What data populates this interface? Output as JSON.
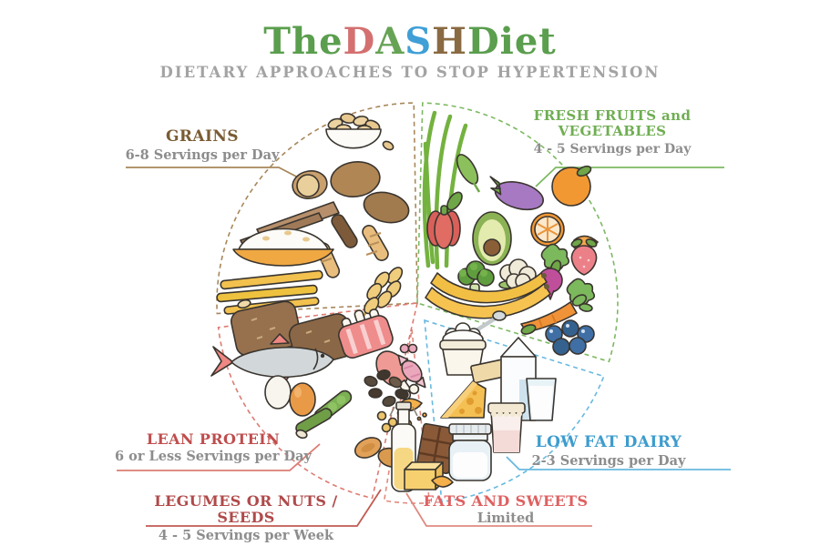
{
  "title": {
    "the": "The",
    "d": "D",
    "a": "A",
    "s": "S",
    "h": "H",
    "diet": "Diet",
    "subtitle": "DIETARY APPROACHES TO STOP HYPERTENSION"
  },
  "segments": {
    "grains": {
      "label": "GRAINS",
      "servings": "6-8 Servings per Day",
      "foods": [
        "snack bowl",
        "potatoes",
        "cutting board",
        "flour bowl",
        "fusilli pasta",
        "spaghetti sticks",
        "wheat",
        "bread slices",
        "oats"
      ]
    },
    "fruits_vegetables": {
      "label_line1": "FRESH FRUITS and",
      "label_line2": "VEGETABLES",
      "servings": "4 - 5 Servings per Day",
      "foods": [
        "spring onion",
        "arugula",
        "eggplant",
        "orange",
        "orange half",
        "bell pepper",
        "avocado",
        "broccoli",
        "cauliflower",
        "strawberry",
        "kale",
        "beetroot",
        "bananas",
        "carrot",
        "blueberries"
      ]
    },
    "lean_protein": {
      "label": "LEAN PROTEIN",
      "servings": "6 or Less Servings per Day",
      "foods": [
        "salmon fish",
        "rack of ribs",
        "chicken drumstick",
        "eggs",
        "green bean pods",
        "beans",
        "seeds",
        "lentils",
        "almonds"
      ]
    },
    "legumes_nuts_seeds": {
      "label": "LEGUMES OR NUTS / SEEDS",
      "servings": "4 - 5 Servings per Week",
      "foods": [
        "green bean pods",
        "beans",
        "seeds",
        "lentils",
        "almonds"
      ]
    },
    "fats_sweets": {
      "label": "FATS AND SWEETS",
      "servings": "Limited",
      "foods": [
        "wrapped candy",
        "peach slice",
        "oil bottle",
        "chocolate bar",
        "butter block"
      ]
    },
    "low_fat_dairy": {
      "label": "LOW FAT DAIRY",
      "servings": "2-3 Servings per Day",
      "foods": [
        "yogurt cup with spoon",
        "butter block",
        "milk carton",
        "glass of milk",
        "cheese wedge",
        "milk cup",
        "milk jar"
      ]
    }
  },
  "colors": {
    "title_green": "#5a9e4e",
    "title_d": "#d47070",
    "title_a": "#67a355",
    "title_s": "#3f9fd6",
    "title_h": "#8a6a42",
    "subtitle_gray": "#a3a3a3",
    "grains_text": "#7a5c34",
    "fruits_text": "#6fae52",
    "protein_text": "#bf4d4d",
    "legumes_text": "#b04a4a",
    "fats_text": "#df6161",
    "dairy_text": "#3d9cce",
    "servings_gray": "#8d8d8d",
    "grains_dash": "#a8875a",
    "fruits_dash": "#7db962",
    "protein_dash": "#dc7c72",
    "sweets_dash": "#e08a80",
    "dairy_dash": "#67b9e0",
    "legumes_line": "#c05a52"
  }
}
